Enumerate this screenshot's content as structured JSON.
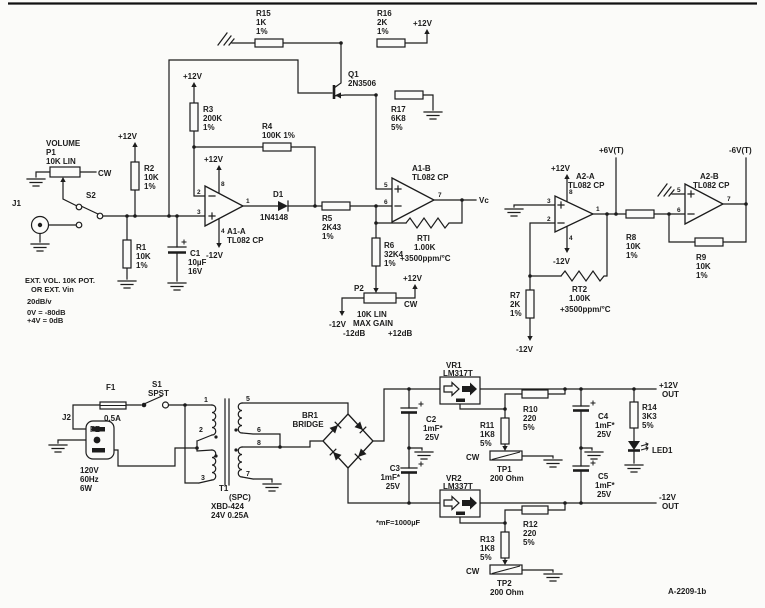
{
  "doc": {
    "id": "A-2209-1b",
    "cap_note": "*mF=1000µF"
  },
  "rails": {
    "p12": "+12V",
    "n12": "-12V",
    "p6t": "+6V(T)",
    "n6t": "-6V(T)",
    "out": "OUT",
    "vc": "Vc",
    "cw": "CW"
  },
  "input": {
    "j1": "J1",
    "s2": "S2",
    "p1": {
      "name": "VOLUME",
      "ref": "P1",
      "value": "10K LIN"
    },
    "r1": {
      "ref": "R1",
      "value": "10K",
      "tol": "1%"
    },
    "r2": {
      "ref": "R2",
      "value": "10K",
      "tol": "1%"
    },
    "c1": {
      "ref": "C1",
      "value": "10µF",
      "volt": "16V"
    },
    "notes": [
      "EXT. VOL. 10K POT.",
      "OR EXT. Vin",
      "20dB/v",
      "0V = -80dB",
      "+4V = 0dB"
    ]
  },
  "amp": {
    "r3": {
      "ref": "R3",
      "value": "200K",
      "tol": "1%"
    },
    "r4": {
      "ref": "R4",
      "value": "100K 1%"
    },
    "r5": {
      "ref": "R5",
      "value": "2K43",
      "tol": "1%"
    },
    "r6": {
      "ref": "R6",
      "value": "32K4",
      "tol": "1%"
    },
    "r15": {
      "ref": "R15",
      "value": "1K",
      "tol": "1%"
    },
    "r16": {
      "ref": "R16",
      "value": "2K",
      "tol": "1%"
    },
    "r17": {
      "ref": "R17",
      "value": "6K8",
      "tol": "5%"
    },
    "rti": {
      "ref": "RTI",
      "value": "1.00K",
      "tc": "+3500ppm/°C"
    },
    "q1": {
      "ref": "Q1",
      "part": "2N3506"
    },
    "d1": {
      "ref": "D1",
      "part": "1N4148"
    },
    "a1a": {
      "ref": "A1-A",
      "part": "TL082 CP",
      "pin_inv": "2",
      "pin_non": "3",
      "pin_out": "1",
      "pin_vp": "8",
      "pin_vn": "4"
    },
    "a1b": {
      "ref": "A1-B",
      "part": "TL082 CP",
      "pin_non": "5",
      "pin_inv": "6",
      "pin_out": "7"
    },
    "p2": {
      "ref": "P2",
      "value": "10K LIN",
      "gain": "MAX GAIN",
      "min": "-12dB",
      "max": "+12dB"
    }
  },
  "ref_stage": {
    "a2a": {
      "ref": "A2-A",
      "part": "TL082 CP",
      "pin_non": "3",
      "pin_inv": "2",
      "pin_out": "1",
      "pin_vp": "8",
      "pin_vn": "4"
    },
    "a2b": {
      "ref": "A2-B",
      "part": "TL082 CP",
      "pin_non": "5",
      "pin_inv": "6",
      "pin_out": "7"
    },
    "r7": {
      "ref": "R7",
      "value": "2K",
      "tol": "1%"
    },
    "r8": {
      "ref": "R8",
      "value": "10K",
      "tol": "1%"
    },
    "r9": {
      "ref": "R9",
      "value": "10K",
      "tol": "1%"
    },
    "rt2": {
      "ref": "RT2",
      "value": "1.00K",
      "tc": "+3500ppm/°C"
    }
  },
  "psu": {
    "j2": {
      "ref": "J2",
      "volt": "120V",
      "freq": "60Hz",
      "power": "6W"
    },
    "f1": {
      "ref": "F1",
      "value": "0.5A",
      "fb": "FB"
    },
    "s1": {
      "ref": "S1",
      "type": "SPST"
    },
    "t1": {
      "ref": "T1",
      "spc": "(SPC)",
      "part": "XBD-424",
      "rating": "24V 0.25A",
      "pins": {
        "p1": "1",
        "p2": "2",
        "p3": "3",
        "s5": "5",
        "s6": "6",
        "s8": "8",
        "s7": "7"
      }
    },
    "br1": {
      "ref": "BR1",
      "type": "BRIDGE"
    },
    "c2": {
      "ref": "C2",
      "value": "1mF*",
      "volt": "25V"
    },
    "c3": {
      "ref": "C3",
      "value": "1mF*",
      "volt": "25V"
    },
    "c4": {
      "ref": "C4",
      "value": "1mF*",
      "volt": "25V"
    },
    "c5": {
      "ref": "C5",
      "value": "1mF*",
      "volt": "25V"
    },
    "vr1": {
      "ref": "VR1",
      "part": "LM317T"
    },
    "vr2": {
      "ref": "VR2",
      "part": "LM337T"
    },
    "r10": {
      "ref": "R10",
      "value": "220",
      "tol": "5%"
    },
    "r11": {
      "ref": "R11",
      "value": "1K8",
      "tol": "5%"
    },
    "r12": {
      "ref": "R12",
      "value": "220",
      "tol": "5%"
    },
    "r13": {
      "ref": "R13",
      "value": "1K8",
      "tol": "5%"
    },
    "r14": {
      "ref": "R14",
      "value": "3K3",
      "tol": "5%"
    },
    "tp1": {
      "ref": "TP1",
      "value": "200 Ohm"
    },
    "tp2": {
      "ref": "TP2",
      "value": "200 Ohm"
    },
    "led1": {
      "ref": "LED1"
    }
  }
}
